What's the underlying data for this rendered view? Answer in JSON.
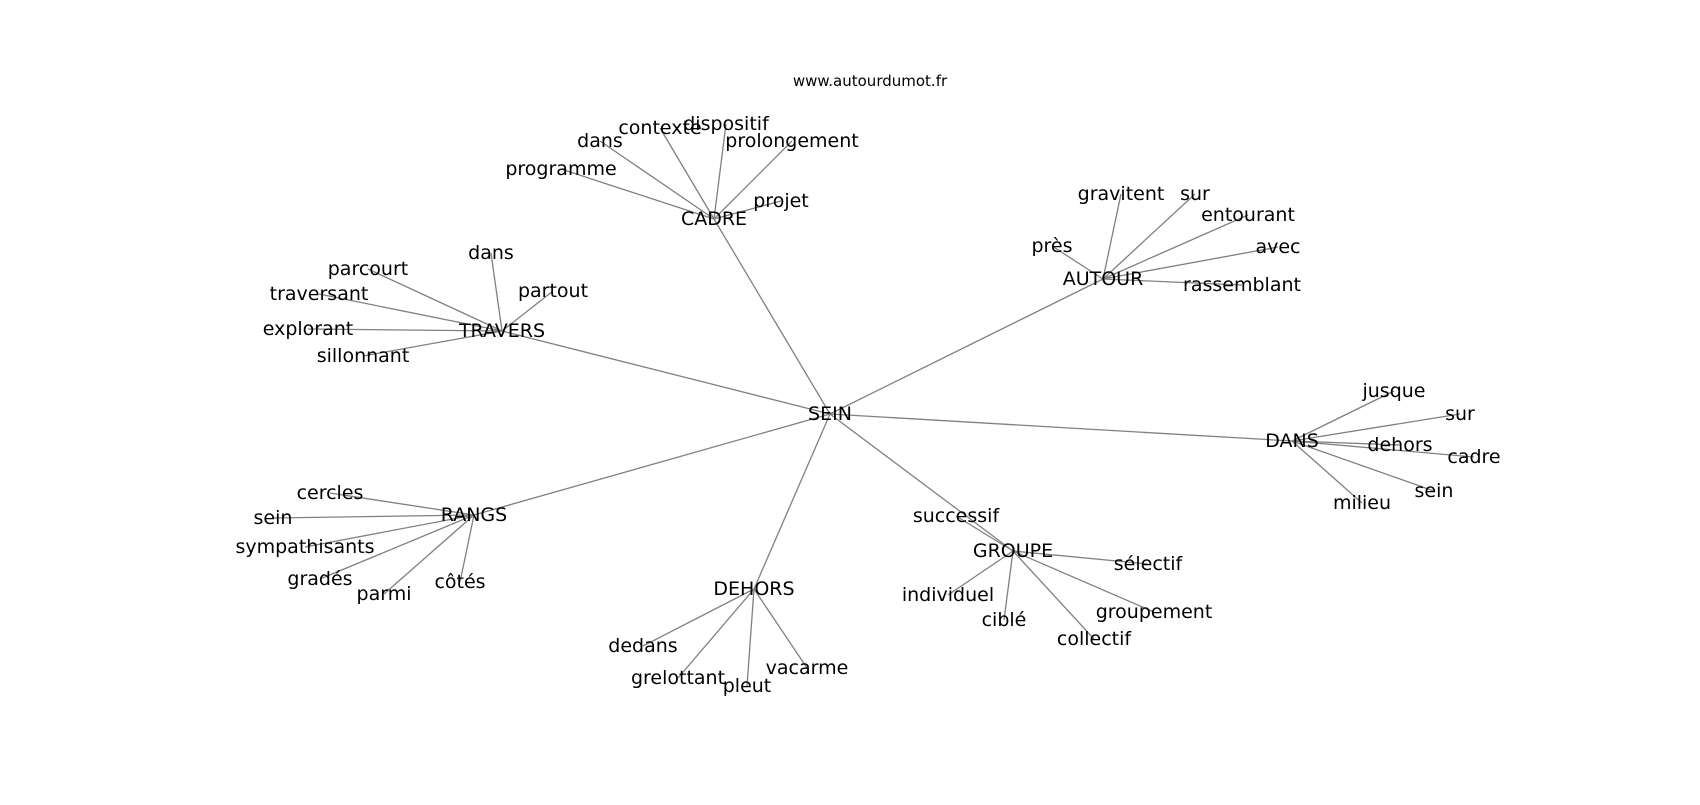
{
  "header": {
    "site": "www.autourdumot.fr"
  },
  "graph": {
    "root": "SEIN",
    "groups": [
      {
        "hub": "CADRE",
        "leaves": [
          "programme",
          "dans",
          "contexte",
          "dispositif",
          "prolongement",
          "projet"
        ]
      },
      {
        "hub": "AUTOUR",
        "leaves": [
          "gravitent",
          "sur",
          "entourant",
          "près",
          "avec",
          "rassemblant"
        ]
      },
      {
        "hub": "TRAVERS",
        "leaves": [
          "dans",
          "parcourt",
          "partout",
          "traversant",
          "explorant",
          "sillonnant"
        ]
      },
      {
        "hub": "DANS",
        "leaves": [
          "jusque",
          "sur",
          "dehors",
          "cadre",
          "sein",
          "milieu"
        ]
      },
      {
        "hub": "RANGS",
        "leaves": [
          "cercles",
          "sein",
          "sympathisants",
          "gradés",
          "parmi",
          "côtés"
        ]
      },
      {
        "hub": "GROUPE",
        "leaves": [
          "successif",
          "sélectif",
          "individuel",
          "groupement",
          "ciblé",
          "collectif"
        ]
      },
      {
        "hub": "DEHORS",
        "leaves": [
          "dedans",
          "grelottant",
          "pleut",
          "vacarme"
        ]
      }
    ]
  }
}
